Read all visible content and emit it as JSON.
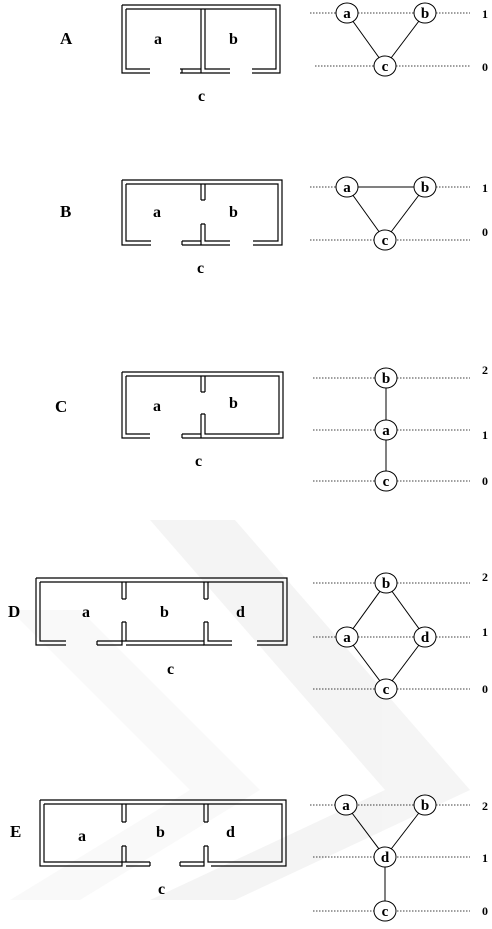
{
  "colors": {
    "ink": "#000000",
    "watermark": "#ececec"
  },
  "figures": [
    {
      "id": "A",
      "plan": {
        "rooms": [
          "a",
          "b"
        ],
        "outside": "c"
      },
      "graph": {
        "nodes": [
          "a",
          "b",
          "c"
        ],
        "edges": [
          [
            "a",
            "c"
          ],
          [
            "b",
            "c"
          ]
        ],
        "depth_labels": [
          "1",
          "0"
        ]
      }
    },
    {
      "id": "B",
      "plan": {
        "rooms": [
          "a",
          "b"
        ],
        "outside": "c"
      },
      "graph": {
        "nodes": [
          "a",
          "b",
          "c"
        ],
        "edges": [
          [
            "a",
            "b"
          ],
          [
            "a",
            "c"
          ],
          [
            "b",
            "c"
          ]
        ],
        "depth_labels": [
          "1",
          "0"
        ]
      }
    },
    {
      "id": "C",
      "plan": {
        "rooms": [
          "a",
          "b"
        ],
        "outside": "c"
      },
      "graph": {
        "nodes": [
          "b",
          "a",
          "c"
        ],
        "edges": [
          [
            "b",
            "a"
          ],
          [
            "a",
            "c"
          ]
        ],
        "depth_labels": [
          "2",
          "1",
          "0"
        ]
      }
    },
    {
      "id": "D",
      "plan": {
        "rooms": [
          "a",
          "b",
          "d"
        ],
        "outside": "c"
      },
      "graph": {
        "nodes": [
          "b",
          "a",
          "d",
          "c"
        ],
        "edges": [
          [
            "b",
            "a"
          ],
          [
            "b",
            "d"
          ],
          [
            "a",
            "c"
          ],
          [
            "d",
            "c"
          ]
        ],
        "depth_labels": [
          "2",
          "1",
          "0"
        ]
      }
    },
    {
      "id": "E",
      "plan": {
        "rooms": [
          "a",
          "b",
          "d"
        ],
        "outside": "c"
      },
      "graph": {
        "nodes": [
          "a",
          "b",
          "d",
          "c"
        ],
        "edges": [
          [
            "a",
            "d"
          ],
          [
            "b",
            "d"
          ],
          [
            "d",
            "c"
          ]
        ],
        "depth_labels": [
          "2",
          "1",
          "0"
        ]
      }
    }
  ]
}
